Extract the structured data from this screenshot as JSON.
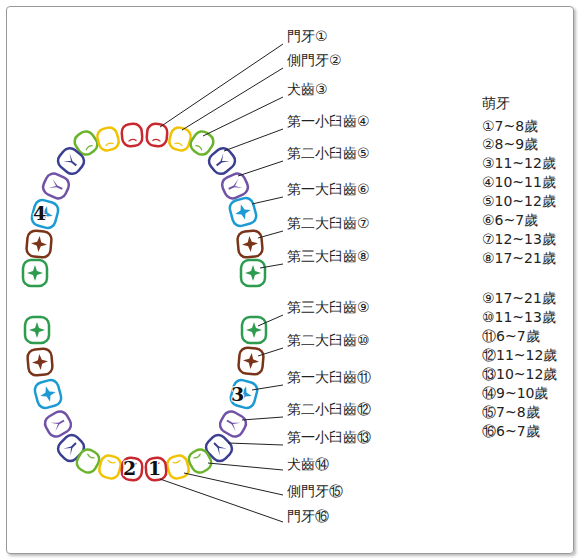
{
  "diagram": {
    "labels": [
      "門牙①",
      "側門牙②",
      "犬齒③",
      "第一小臼齒④",
      "第二小臼齒⑤",
      "第一大臼齒⑥",
      "第二大臼齒⑦",
      "第三大臼齒⑧",
      "第三大臼齒⑨",
      "第二大臼齒⑩",
      "第一大臼齒⑪",
      "第二小臼齒⑫",
      "第一小臼齒⑬",
      "犬齒⑭",
      "側門牙⑮",
      "門牙⑯",
      "萌牙",
      "①7~8歲",
      "②8~9歲",
      "③11~12歲",
      "④10~11歲",
      "⑤10~12歲",
      "⑥6~7歲",
      "⑦12~13歲",
      "⑧17~21歲",
      "⑨17~21歲",
      "⑩11~13歲",
      "⑪6~7歲",
      "⑫11~12歲",
      "⑬10~12歲",
      "⑭9~10歲",
      "⑮7~8歲",
      "⑯6~7歲",
      "4",
      "3",
      "2",
      "1"
    ]
  }
}
